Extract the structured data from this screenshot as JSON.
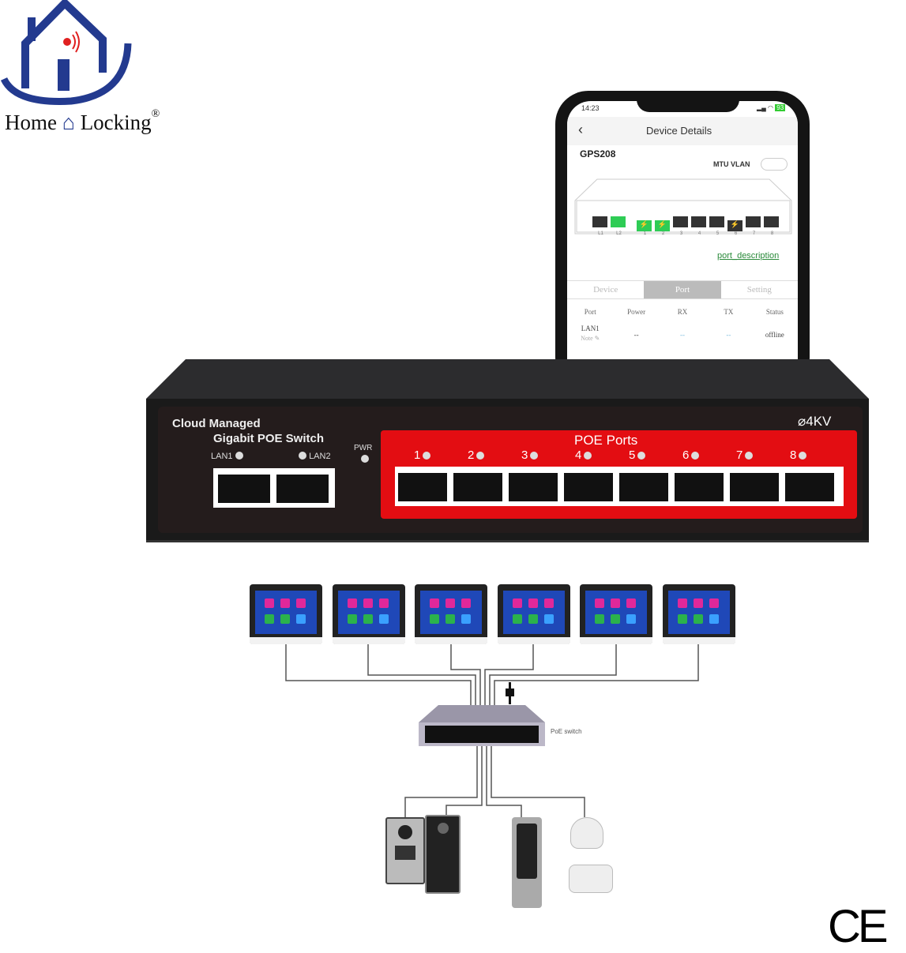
{
  "logo": {
    "brand_left": "Home",
    "brand_right": "Locking",
    "registered": "®",
    "colors": {
      "house": "#233a8f",
      "signal": "#e02020"
    }
  },
  "phone": {
    "status_time": "14:23",
    "title": "Device Details",
    "back_icon": "chevron-left-icon",
    "device_name": "GPS208",
    "mtu_vlan_label": "MTU VLAN",
    "mtu_vlan_on": false,
    "ports": [
      {
        "label": "L1",
        "state": "off"
      },
      {
        "label": "L2",
        "state": "link"
      },
      {
        "label": "1",
        "state": "poe"
      },
      {
        "label": "2",
        "state": "poe"
      },
      {
        "label": "3",
        "state": "off"
      },
      {
        "label": "4",
        "state": "off"
      },
      {
        "label": "5",
        "state": "off"
      },
      {
        "label": "6",
        "state": "fault"
      },
      {
        "label": "7",
        "state": "off"
      },
      {
        "label": "8",
        "state": "off"
      }
    ],
    "port_description_link": "port_description",
    "tabs": [
      {
        "label": "Device",
        "active": false
      },
      {
        "label": "Port",
        "active": true
      },
      {
        "label": "Setting",
        "active": false
      }
    ],
    "table": {
      "columns": [
        "Port",
        "Power",
        "RX",
        "TX",
        "Status"
      ],
      "rows": [
        {
          "port": "LAN1",
          "note": "Note ✎",
          "power": "--",
          "rx": "--",
          "tx": "--",
          "status": "offline"
        }
      ]
    }
  },
  "switch": {
    "title_line1": "Cloud Managed",
    "title_line2": "Gigabit POE Switch",
    "lan1": "LAN1",
    "lan2": "LAN2",
    "pwr": "PWR",
    "surge": "⌀4KV",
    "poe_title": "POE Ports",
    "poe_ports": [
      "1",
      "2",
      "3",
      "4",
      "5",
      "6",
      "7",
      "8"
    ],
    "colors": {
      "body": "#1a1a1a",
      "poe_panel": "#e30d12"
    }
  },
  "diagram": {
    "small_switch_label": "PoE switch",
    "monitor_count": 6
  },
  "ce_mark": "CE"
}
